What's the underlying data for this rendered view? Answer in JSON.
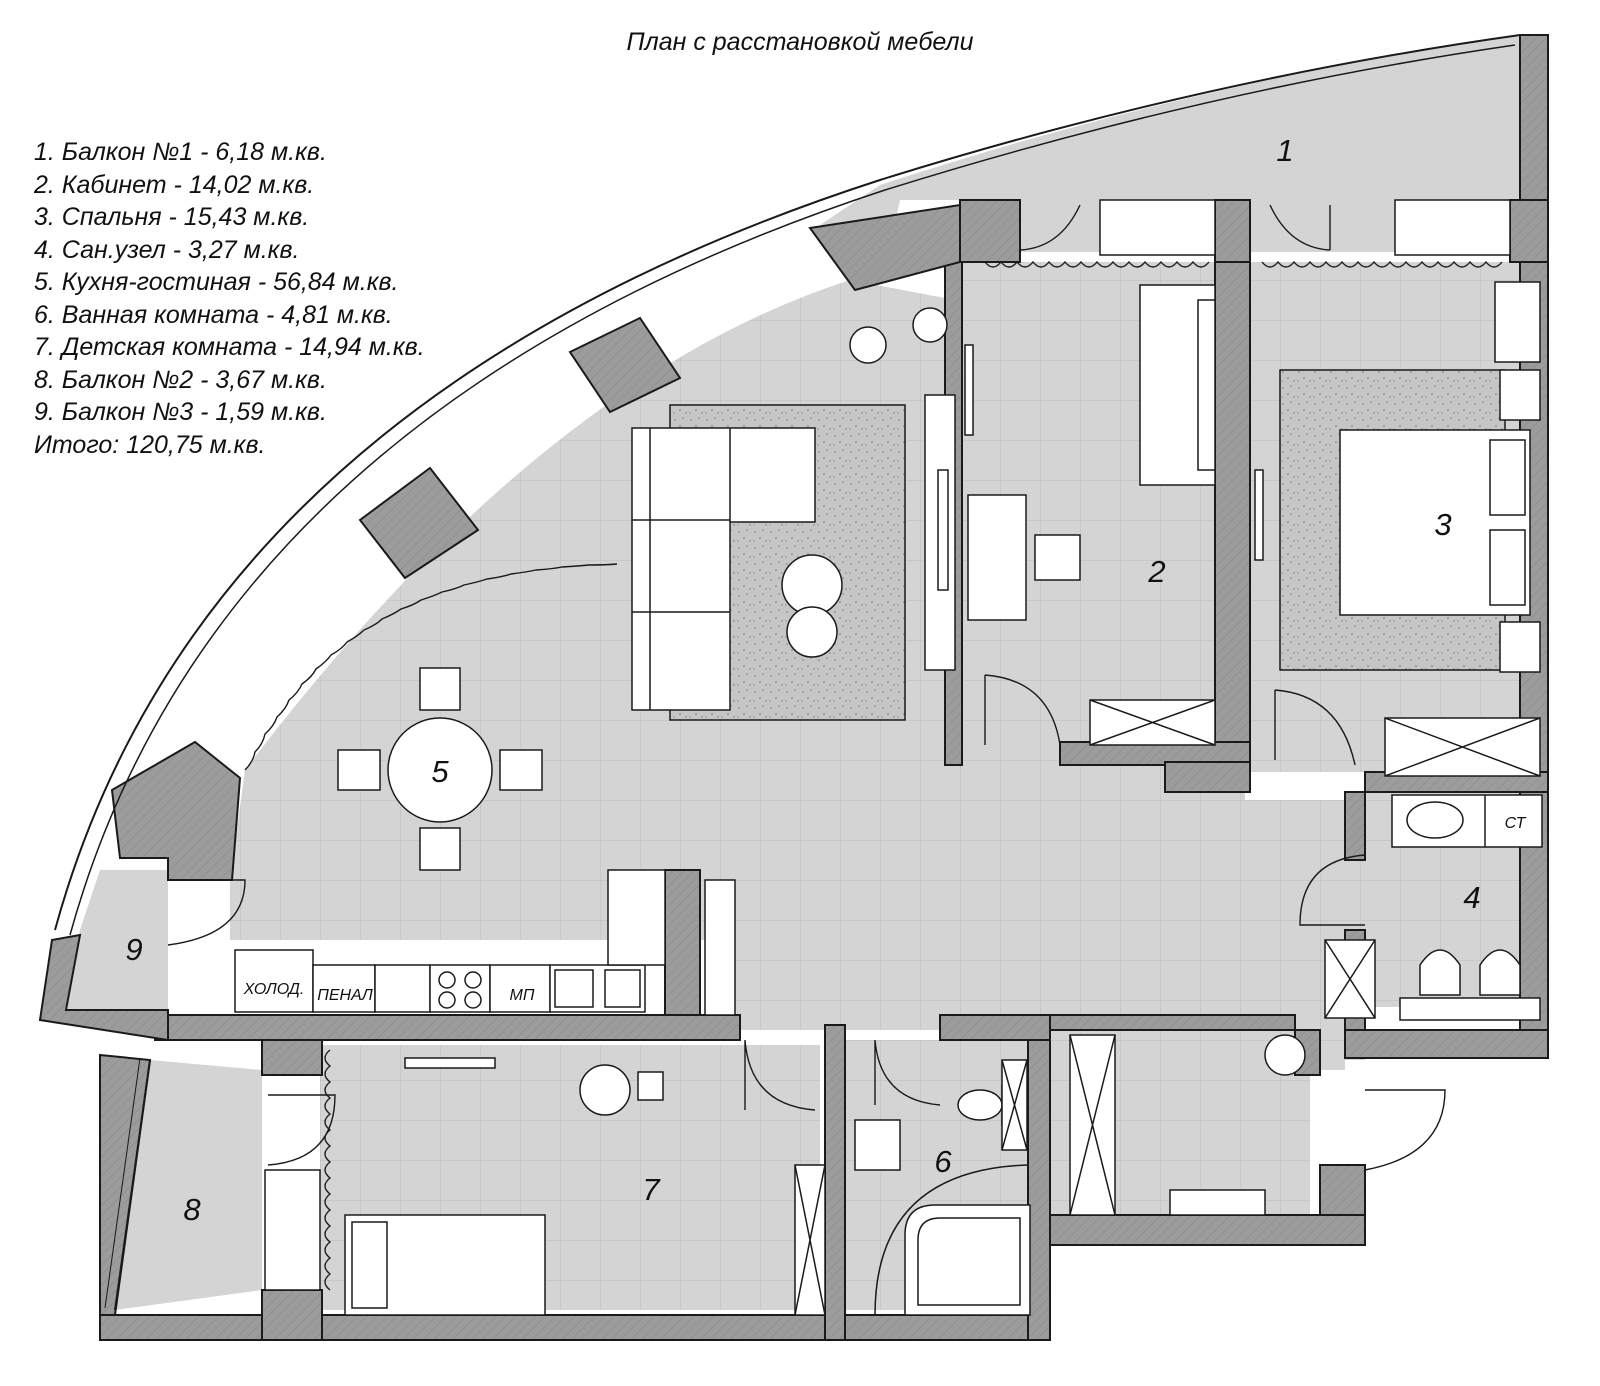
{
  "title": "План с расстановкой мебели",
  "legend": [
    "1. Балкон №1 - 6,18 м.кв.",
    "2. Кабинет - 14,02 м.кв.",
    "3. Спальня - 15,43 м.кв.",
    "4. Сан.узел - 3,27 м.кв.",
    "5. Кухня-гостиная - 56,84 м.кв.",
    "6. Ванная комната - 4,81 м.кв.",
    "7. Детская комната - 14,94 м.кв.",
    "8. Балкон №2 - 3,67 м.кв.",
    "9. Балкон №3 - 1,59 м.кв.",
    "Итого: 120,75 м.кв."
  ],
  "rooms": [
    "1",
    "2",
    "3",
    "4",
    "5",
    "6",
    "7",
    "8",
    "9"
  ],
  "fixtures": {
    "fridge": "ХОЛОД.",
    "pantry": "ПЕНАЛ",
    "microwave": "МП",
    "washer": "СТ"
  },
  "colors": {
    "floor": "#d4d4d4",
    "wall": "#9c9c9c",
    "line": "#1a1a1a",
    "furniture": "#ffffff",
    "rug": "#c4c4c4"
  }
}
